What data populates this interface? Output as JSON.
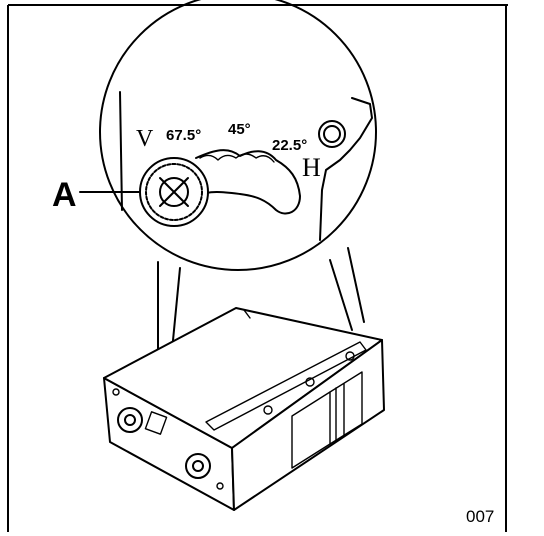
{
  "figure_id": "007",
  "callout_label": "A",
  "angle_labels": {
    "vertical": "V",
    "deg_67_5": "67.5°",
    "deg_45": "45°",
    "deg_22_5": "22.5°",
    "horizontal": "H"
  }
}
